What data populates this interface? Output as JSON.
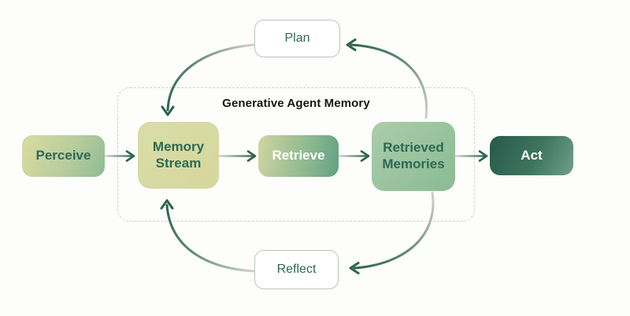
{
  "container": {
    "title": "Generative Agent Memory"
  },
  "nodes": {
    "perceive": {
      "label": "Perceive"
    },
    "memory_stream": {
      "label": "Memory Stream"
    },
    "retrieve": {
      "label": "Retrieve"
    },
    "retrieved_memories": {
      "label": "Retrieved Memories"
    },
    "act": {
      "label": "Act"
    },
    "plan": {
      "label": "Plan"
    },
    "reflect": {
      "label": "Reflect"
    }
  },
  "edges": [
    {
      "from": "Perceive",
      "to": "Memory Stream",
      "style": "straight-arrow"
    },
    {
      "from": "Memory Stream",
      "to": "Retrieve",
      "style": "straight-arrow"
    },
    {
      "from": "Retrieve",
      "to": "Retrieved Memories",
      "style": "straight-arrow"
    },
    {
      "from": "Retrieved Memories",
      "to": "Act",
      "style": "straight-arrow"
    },
    {
      "from": "Plan",
      "to": "Memory Stream",
      "style": "curved-arrow"
    },
    {
      "from": "Retrieved Memories",
      "to": "Plan",
      "style": "curved-arrow"
    },
    {
      "from": "Reflect",
      "to": "Memory Stream",
      "style": "curved-arrow"
    },
    {
      "from": "Retrieved Memories",
      "to": "Reflect",
      "style": "curved-arrow"
    }
  ],
  "colors": {
    "background": "#fdfdfb",
    "text_green": "#2e6856",
    "arrow_dark": "#2d6350",
    "arrow_light": "#d2d3cc",
    "khaki_box": "#d8dba3",
    "sage_box": "#9cc29e",
    "dark_green_box": "#2b5f4e",
    "dashed_border": "#ced2ce",
    "pill_border": "#b7c7bb",
    "title_color": "#161616"
  }
}
